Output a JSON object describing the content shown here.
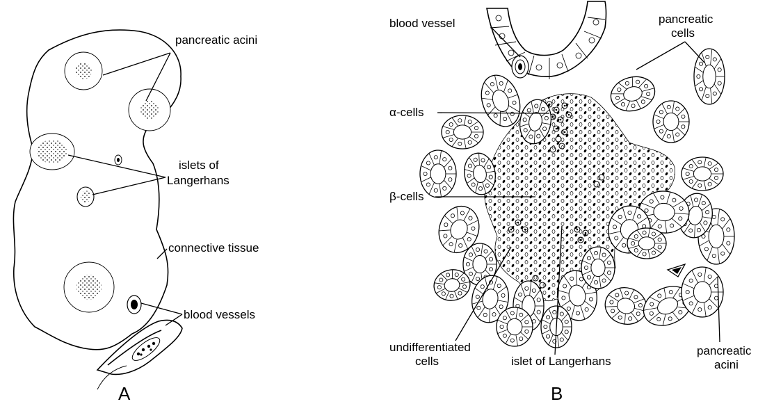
{
  "panel_a": {
    "letter": "A",
    "labels": {
      "acini": "pancreatic acini",
      "islets_1": "islets of",
      "islets_2": "Langerhans",
      "connective": "connective tissue",
      "vessels": "blood vessels"
    }
  },
  "panel_b": {
    "letter": "B",
    "labels": {
      "blood_vessel": "blood vessel",
      "pancreatic_cells_1": "pancreatic",
      "pancreatic_cells_2": "cells",
      "alpha": "α-cells",
      "beta": "β-cells",
      "undiff_1": "undifferentiated",
      "undiff_2": "cells",
      "islet": "islet of Langerhans",
      "acini_1": "pancreatic",
      "acini_2": "acini"
    }
  }
}
